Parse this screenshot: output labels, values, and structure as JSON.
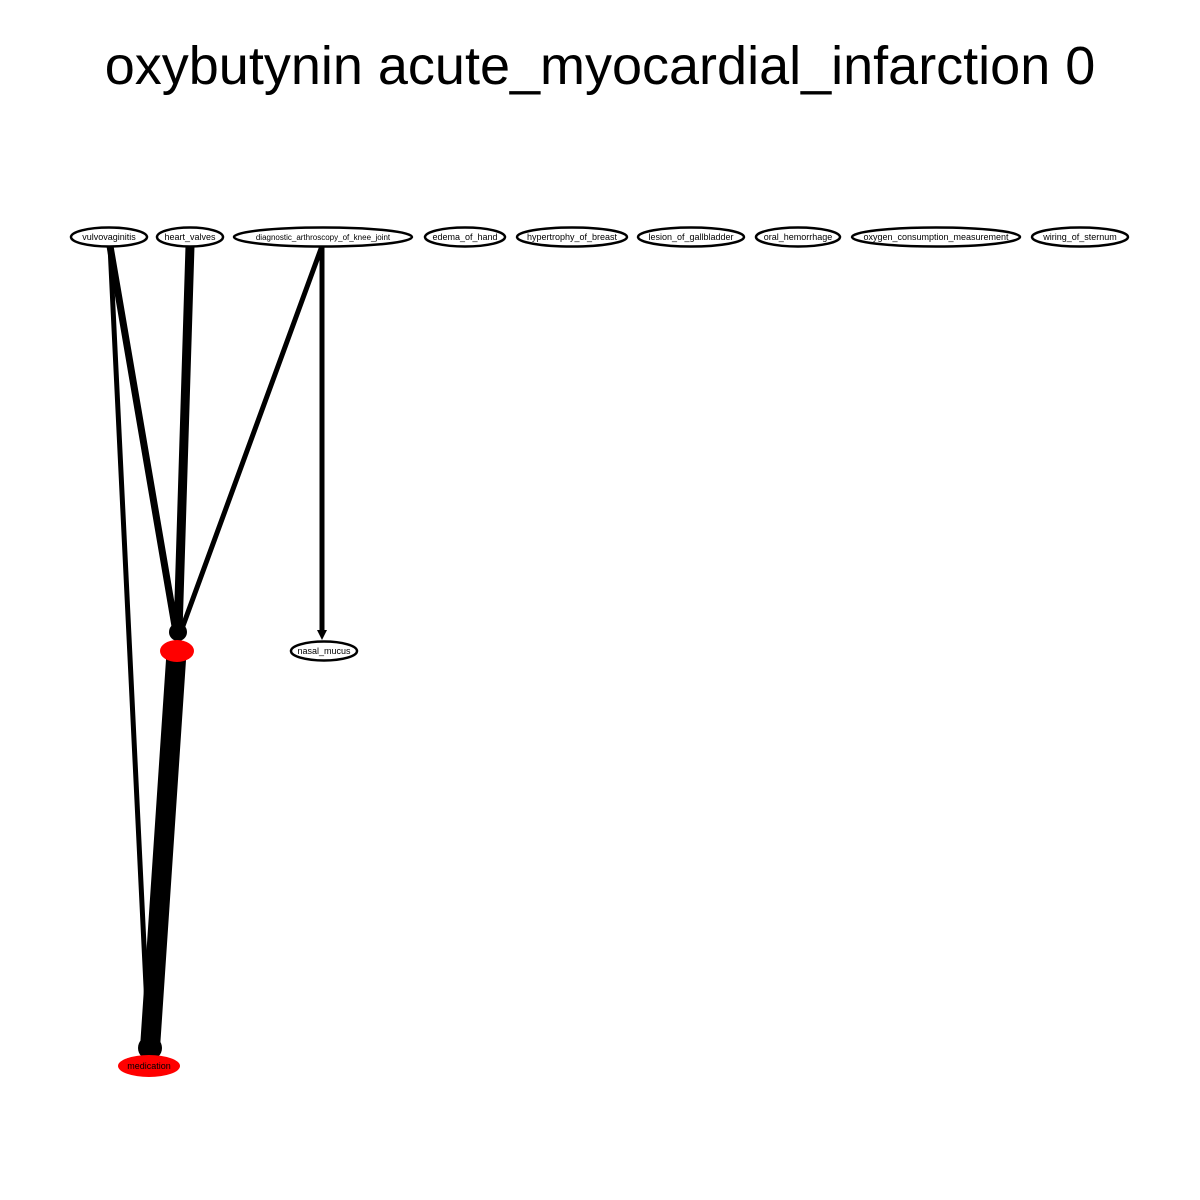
{
  "title": "oxybutynin acute_myocardial_infarction 0",
  "colors": {
    "background": "#ffffff",
    "edge": "#000000",
    "node_outline": "#000000",
    "highlight_fill": "#ff0000",
    "normal_fill": "#ffffff"
  },
  "nodes": {
    "vulvovaginitis": {
      "label": "vulvovaginitis",
      "highlighted": false
    },
    "heart_valves": {
      "label": "heart_valves",
      "highlighted": false
    },
    "diagnostic_arthroscopy_of_knee_joint": {
      "label": "diagnostic_arthroscopy_of_knee_joint",
      "highlighted": false
    },
    "edema_of_hand": {
      "label": "edema_of_hand",
      "highlighted": false
    },
    "hypertrophy_of_breast": {
      "label": "hypertrophy_of_breast",
      "highlighted": false
    },
    "lesion_of_gallbladder": {
      "label": "lesion_of_gallbladder",
      "highlighted": false
    },
    "oral_hemorrhage": {
      "label": "oral_hemorrhage",
      "highlighted": false
    },
    "oxygen_consumption_measurement": {
      "label": "oxygen_consumption_measurement",
      "highlighted": false
    },
    "wiring_of_sternum": {
      "label": "wiring_of_sternum",
      "highlighted": false
    },
    "middle_node": {
      "label": "",
      "highlighted": true
    },
    "nasal_mucus": {
      "label": "nasal_mucus",
      "highlighted": false
    },
    "medication": {
      "label": "medication",
      "highlighted": true
    }
  },
  "edges": [
    {
      "source": "vulvovaginitis",
      "target": "middle_node",
      "weight": 7
    },
    {
      "source": "vulvovaginitis",
      "target": "medication",
      "weight": 5
    },
    {
      "source": "heart_valves",
      "target": "middle_node",
      "weight": 9
    },
    {
      "source": "diagnostic_arthroscopy_of_knee_joint",
      "target": "middle_node",
      "weight": 5
    },
    {
      "source": "diagnostic_arthroscopy_of_knee_joint",
      "target": "nasal_mucus",
      "weight": 5
    },
    {
      "source": "middle_node",
      "target": "medication",
      "weight": 20
    }
  ]
}
